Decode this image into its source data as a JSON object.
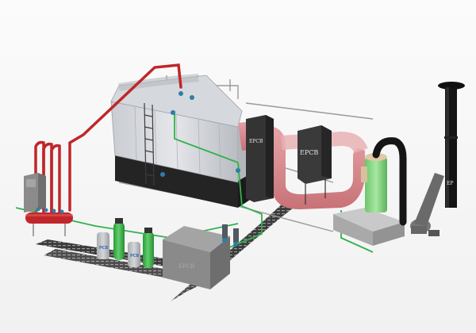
{
  "diagram": {
    "subject": "Industrial steam boiler system with flue gas treatment",
    "background_color": "#f4f4f4",
    "brand_labels": {
      "dust_collector_1": "EPCB",
      "dust_collector_2": "EPCB",
      "water_tank": "EPCB",
      "chimney": "EP",
      "softener_tank_1": "PCB",
      "softener_tank_2": "PCB"
    },
    "components": [
      {
        "id": "steam-header",
        "name": "Steam header / sub-cylinder",
        "color": "#c0262a"
      },
      {
        "id": "control-cabinet",
        "name": "Control cabinet",
        "color": "#8e8e8e"
      },
      {
        "id": "boiler-body",
        "name": "Boiler body",
        "color": "#d7d9de"
      },
      {
        "id": "boiler-base",
        "name": "Boiler grate base",
        "color": "#2a2a2a"
      },
      {
        "id": "ladder",
        "name": "Access ladder",
        "color": "#444444"
      },
      {
        "id": "economizer",
        "name": "Flue duct / economizer",
        "color": "#d98a8e"
      },
      {
        "id": "dust-collector-1",
        "name": "Multi-cyclone dust collector",
        "color": "#3a3a3a"
      },
      {
        "id": "dust-collector-2",
        "name": "Dust collector",
        "color": "#3a3a3a"
      },
      {
        "id": "desulfurization-tower",
        "name": "Wet desulfurization scrubber",
        "color": "#7fd27f"
      },
      {
        "id": "sediment-tank",
        "name": "Sedimentation tank",
        "color": "#b9b9b9"
      },
      {
        "id": "induced-draft-fan",
        "name": "Induced draft fan",
        "color": "#6a6a6a"
      },
      {
        "id": "chimney",
        "name": "Chimney stack",
        "color": "#141414"
      },
      {
        "id": "water-softener",
        "name": "Water softener tanks",
        "color": "#3cb54a"
      },
      {
        "id": "salt-tanks",
        "name": "Brine tanks",
        "color": "#b5b8bd"
      },
      {
        "id": "water-tank",
        "name": "Soft water tank",
        "color": "#8a8a8a"
      },
      {
        "id": "feed-pumps",
        "name": "Feed water pumps",
        "color": "#5c6a73"
      },
      {
        "id": "slag-conveyor",
        "name": "Slag removal conveyor",
        "color": "#4a4a4a"
      }
    ],
    "pipe_colors": {
      "steam": "#c0262a",
      "water": "#2fb34a",
      "structure": "#9a9a9a"
    }
  }
}
